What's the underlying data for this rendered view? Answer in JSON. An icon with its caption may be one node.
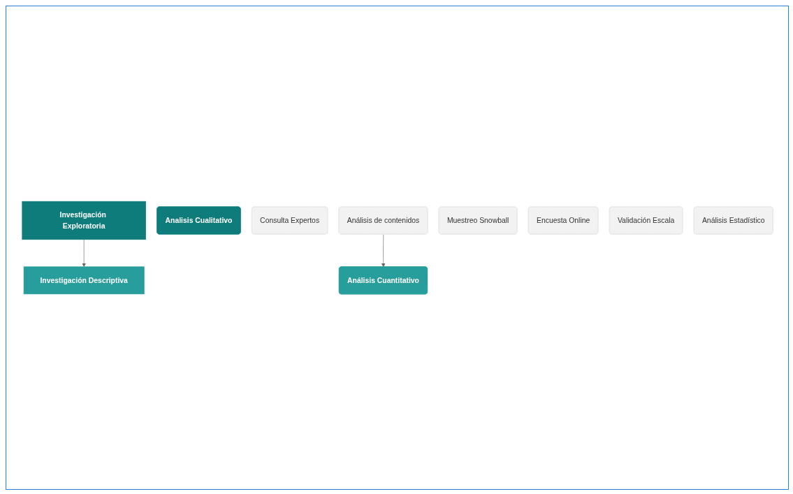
{
  "diagram": {
    "nodes": [
      {
        "text": [
          "Investigación Exploratoria"
        ]
      },
      {
        "text": [
          "Investigación Descriptiva"
        ]
      },
      {
        "text": [
          "Analisis Cualitativo"
        ]
      },
      {
        "text": [
          "Consulta Expertos"
        ]
      },
      {
        "text": [
          "Análisis de contenidos"
        ]
      },
      {
        "text": [
          "Análisis Cuantitativo"
        ]
      },
      {
        "text": [
          "Muestreo Snowball"
        ]
      },
      {
        "text": [
          "Encuesta Online"
        ]
      },
      {
        "text": [
          "Validación Escala"
        ]
      },
      {
        "text": [
          "Análisis Estadístico"
        ]
      }
    ],
    "edges": [
      {
        "from": 0,
        "to": 1,
        "arrow": "to"
      },
      {
        "from": 4,
        "to": 5,
        "arrow": "to"
      }
    ]
  }
}
